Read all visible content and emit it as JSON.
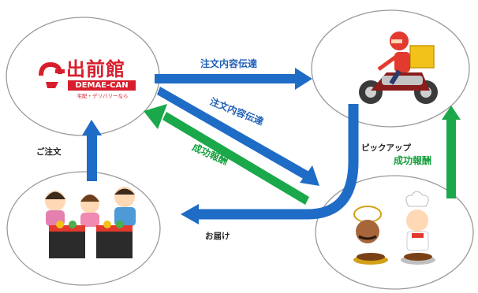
{
  "brand": {
    "name_jp": "出前館",
    "name_en": "DEMAE-CAN",
    "tagline": "宅配・デリバリーなら",
    "color": "#d81e2c"
  },
  "flows": {
    "order_to_rider": "注文内容伝達",
    "order_to_restaurant": "注文内容伝達",
    "pickup": "ピックアップ",
    "reward_from_restaurant": "成功報酬",
    "reward_to_rider": "成功報酬",
    "delivery": "お届け",
    "customer_order": "ご注文"
  },
  "colors": {
    "order_arrow": "#1f6cc7",
    "reward_arrow": "#1aa84a",
    "node_border": "#9a9a9a"
  },
  "nodes": [
    {
      "id": "demaecan",
      "icon": "demae-can-logo"
    },
    {
      "id": "rider",
      "icon": "delivery-rider-motorbike-icon"
    },
    {
      "id": "customers",
      "icon": "family-with-food-boxes-icon"
    },
    {
      "id": "restaurant",
      "icon": "chefs-with-curry-icon"
    }
  ]
}
